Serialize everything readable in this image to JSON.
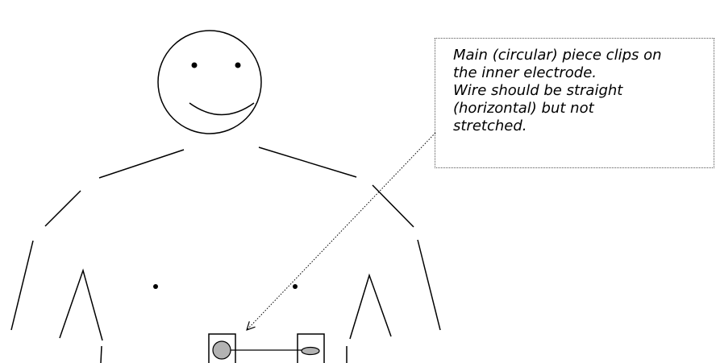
{
  "callout": {
    "lines": [
      "Main (circular) piece clips on",
      "the inner electrode.",
      "Wire should be straight",
      "(horizontal) but not",
      "stretched."
    ]
  },
  "colors": {
    "stroke": "#000000",
    "electrode_fill": "#b3b3b3",
    "callout_border": "#555555"
  }
}
